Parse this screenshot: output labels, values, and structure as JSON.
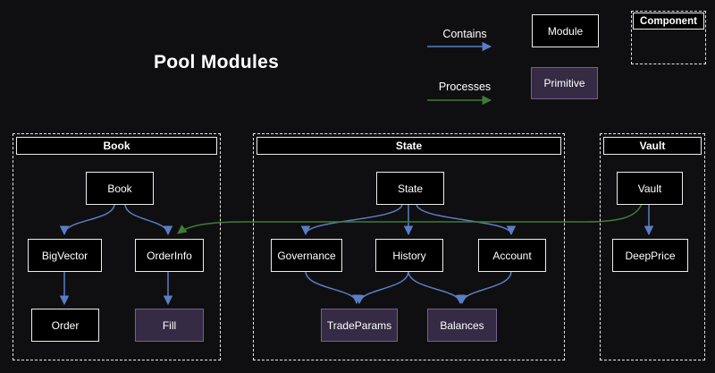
{
  "title": "Pool Modules",
  "legend": {
    "contains": "Contains",
    "processes": "Processes",
    "module": "Module",
    "primitive": "Primitive",
    "component": "Component"
  },
  "colors": {
    "background": "#0f0f11",
    "contains_arrow": "#5a7ec5",
    "processes_arrow": "#3f7d36",
    "module_fill": "#000000",
    "module_border": "#ececec",
    "primitive_fill": "#352b44",
    "primitive_border": "#71628f"
  },
  "containers": {
    "book": {
      "title": "Book",
      "nodes": {
        "book": "Book",
        "bigvector": "BigVector",
        "orderinfo": "OrderInfo",
        "order": "Order",
        "fill": "Fill"
      }
    },
    "state": {
      "title": "State",
      "nodes": {
        "state": "State",
        "governance": "Governance",
        "history": "History",
        "account": "Account",
        "tradeparams": "TradeParams",
        "balances": "Balances"
      }
    },
    "vault": {
      "title": "Vault",
      "nodes": {
        "vault": "Vault",
        "deepprice": "DeepPrice"
      }
    }
  },
  "edges": {
    "contains": [
      {
        "from": "Book",
        "to": "BigVector"
      },
      {
        "from": "Book",
        "to": "OrderInfo"
      },
      {
        "from": "BigVector",
        "to": "Order"
      },
      {
        "from": "OrderInfo",
        "to": "Fill"
      },
      {
        "from": "State",
        "to": "Governance"
      },
      {
        "from": "State",
        "to": "History"
      },
      {
        "from": "State",
        "to": "Account"
      },
      {
        "from": "Governance",
        "to": "TradeParams"
      },
      {
        "from": "History",
        "to": "TradeParams"
      },
      {
        "from": "History",
        "to": "Balances"
      },
      {
        "from": "Account",
        "to": "Balances"
      },
      {
        "from": "Vault",
        "to": "DeepPrice"
      }
    ],
    "processes": [
      {
        "from": "Vault",
        "to": "OrderInfo"
      }
    ]
  }
}
